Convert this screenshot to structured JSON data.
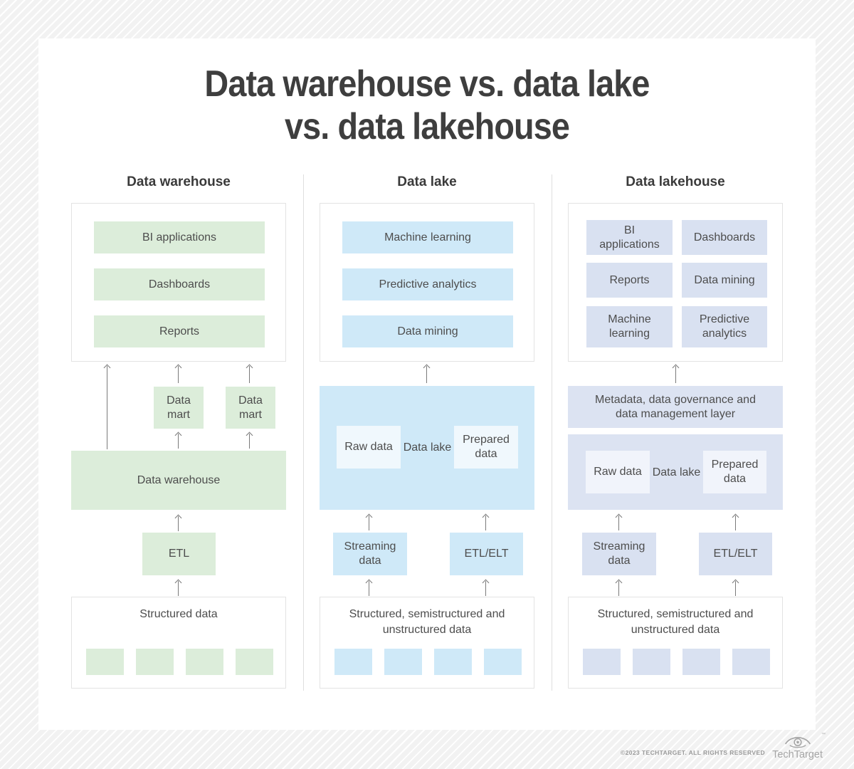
{
  "title": {
    "line1": "Data warehouse vs. data lake",
    "line2": "vs. data lakehouse"
  },
  "warehouse": {
    "header": "Data warehouse",
    "consumers": [
      "BI applications",
      "Dashboards",
      "Reports"
    ],
    "data_marts": [
      "Data mart",
      "Data mart"
    ],
    "store": "Data warehouse",
    "pipeline": "ETL",
    "sources": "Structured data"
  },
  "lake": {
    "header": "Data lake",
    "consumers": [
      "Machine learning",
      "Predictive analytics",
      "Data mining"
    ],
    "store": {
      "raw": "Raw data",
      "label": "Data lake",
      "prepared": "Prepared data"
    },
    "ingest": {
      "streaming": "Streaming data",
      "etl": "ETL/ELT"
    },
    "sources": "Structured, semistructured and unstructured data"
  },
  "lakehouse": {
    "header": "Data lakehouse",
    "consumers": [
      "BI applications",
      "Dashboards",
      "Reports",
      "Data mining",
      "Machine learning",
      "Predictive analytics"
    ],
    "metadata": "Metadata, data governance and data management layer",
    "store": {
      "raw": "Raw data",
      "label": "Data lake",
      "prepared": "Prepared data"
    },
    "ingest": {
      "streaming": "Streaming data",
      "etl": "ETL/ELT"
    },
    "sources": "Structured, semistructured and unstructured data"
  },
  "footer": {
    "copyright": "©2023 TECHTARGET. ALL RIGHTS RESERVED",
    "brand": "TechTarget",
    "tm": "™"
  },
  "colors": {
    "green": "#dcedda",
    "blue": "#cfe9f8",
    "lavender": "#d9e1f1",
    "lavender_panel": "#dce3f2",
    "text": "#4d4d4d",
    "title": "#3e3e3e",
    "arrow": "#7a7a7a",
    "border": "#e3e3e3",
    "footer_text": "#9b9b9b"
  }
}
